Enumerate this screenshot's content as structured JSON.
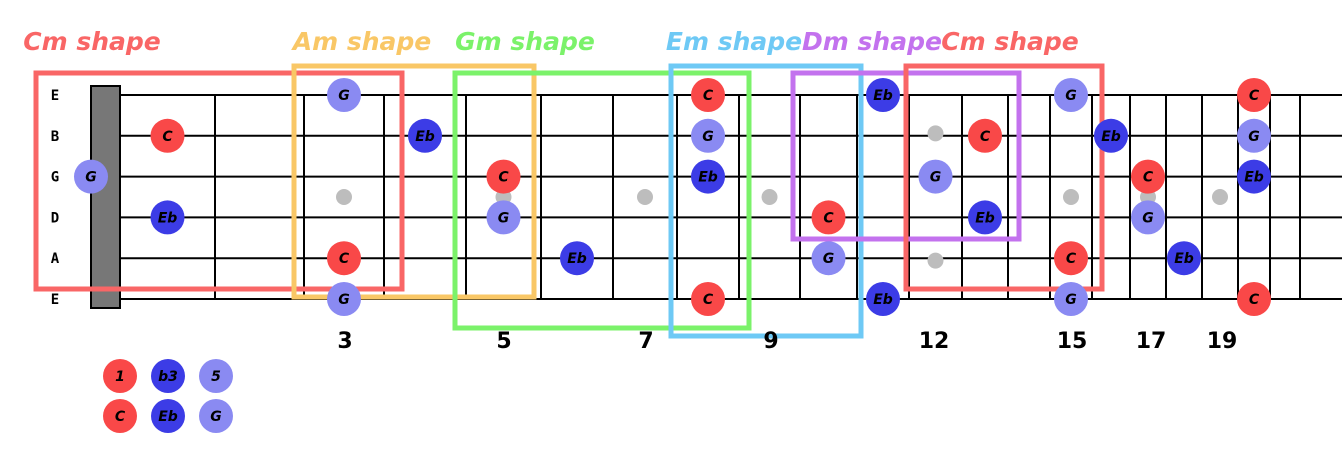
{
  "colors": {
    "root": "#f94848",
    "third": "#3c3ce6",
    "fifth": "#8a8af2",
    "inlay": "#bdbdbd",
    "nut": "#777777"
  },
  "strings": [
    "E",
    "B",
    "G",
    "D",
    "A",
    "E"
  ],
  "fret_markers": [
    "3",
    "5",
    "7",
    "9",
    "12",
    "15",
    "17",
    "19"
  ],
  "shapes": [
    {
      "label": "Cm shape",
      "color": "#f96666"
    },
    {
      "label": "Am shape",
      "color": "#f9c766"
    },
    {
      "label": "Gm shape",
      "color": "#7bf26a"
    },
    {
      "label": "Em shape",
      "color": "#6ec9f5"
    },
    {
      "label": "Dm shape",
      "color": "#c372ee"
    },
    {
      "label": "Cm shape",
      "color": "#f96666"
    }
  ],
  "notes": [
    {
      "string": 1,
      "fret": 3,
      "label": "G",
      "role": "fifth"
    },
    {
      "string": 1,
      "fret": 8,
      "label": "C",
      "role": "root"
    },
    {
      "string": 1,
      "fret": 11,
      "label": "Eb",
      "role": "third"
    },
    {
      "string": 1,
      "fret": 15,
      "label": "G",
      "role": "fifth"
    },
    {
      "string": 1,
      "fret": 20,
      "label": "C",
      "role": "root"
    },
    {
      "string": 2,
      "fret": 1,
      "label": "C",
      "role": "root"
    },
    {
      "string": 2,
      "fret": 4,
      "label": "Eb",
      "role": "third"
    },
    {
      "string": 2,
      "fret": 8,
      "label": "G",
      "role": "fifth"
    },
    {
      "string": 2,
      "fret": 13,
      "label": "C",
      "role": "root"
    },
    {
      "string": 2,
      "fret": 16,
      "label": "Eb",
      "role": "third"
    },
    {
      "string": 2,
      "fret": 20,
      "label": "G",
      "role": "fifth"
    },
    {
      "string": 3,
      "fret": 0,
      "label": "G",
      "role": "fifth"
    },
    {
      "string": 3,
      "fret": 5,
      "label": "C",
      "role": "root"
    },
    {
      "string": 3,
      "fret": 8,
      "label": "Eb",
      "role": "third"
    },
    {
      "string": 3,
      "fret": 12,
      "label": "G",
      "role": "fifth"
    },
    {
      "string": 3,
      "fret": 17,
      "label": "C",
      "role": "root"
    },
    {
      "string": 3,
      "fret": 20,
      "label": "Eb",
      "role": "third"
    },
    {
      "string": 4,
      "fret": 1,
      "label": "Eb",
      "role": "third"
    },
    {
      "string": 4,
      "fret": 5,
      "label": "G",
      "role": "fifth"
    },
    {
      "string": 4,
      "fret": 10,
      "label": "C",
      "role": "root"
    },
    {
      "string": 4,
      "fret": 13,
      "label": "Eb",
      "role": "third"
    },
    {
      "string": 4,
      "fret": 17,
      "label": "G",
      "role": "fifth"
    },
    {
      "string": 5,
      "fret": 3,
      "label": "C",
      "role": "root"
    },
    {
      "string": 5,
      "fret": 6,
      "label": "Eb",
      "role": "third"
    },
    {
      "string": 5,
      "fret": 10,
      "label": "G",
      "role": "fifth"
    },
    {
      "string": 5,
      "fret": 15,
      "label": "C",
      "role": "root"
    },
    {
      "string": 5,
      "fret": 18,
      "label": "Eb",
      "role": "third"
    },
    {
      "string": 6,
      "fret": 3,
      "label": "G",
      "role": "fifth"
    },
    {
      "string": 6,
      "fret": 8,
      "label": "C",
      "role": "root"
    },
    {
      "string": 6,
      "fret": 11,
      "label": "Eb",
      "role": "third"
    },
    {
      "string": 6,
      "fret": 15,
      "label": "G",
      "role": "fifth"
    },
    {
      "string": 6,
      "fret": 20,
      "label": "C",
      "role": "root"
    }
  ],
  "legend": [
    {
      "degree": "1",
      "note": "C",
      "role": "root"
    },
    {
      "degree": "b3",
      "note": "Eb",
      "role": "third"
    },
    {
      "degree": "5",
      "note": "G",
      "role": "fifth"
    }
  ]
}
